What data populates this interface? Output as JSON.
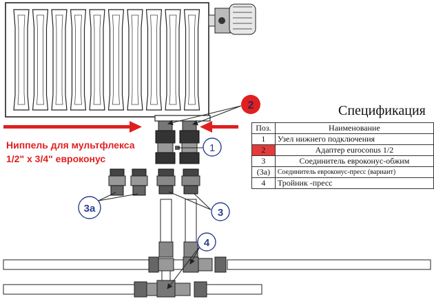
{
  "note": {
    "line1": "Ниппель для мультфлекса",
    "line2": "1/2\" x 3/4\" евроконус"
  },
  "callouts": {
    "c1": "1",
    "c2": "2",
    "c3": "3",
    "c3a": "3a",
    "c4": "4"
  },
  "spec": {
    "title": "Спецификация",
    "headers": {
      "pos": "Поз.",
      "name": "Наименование"
    },
    "rows": [
      {
        "pos": "1",
        "name": "Узел нижнего подключения",
        "highlight": false
      },
      {
        "pos": "2",
        "name": "Адаптер euroconus 1/2",
        "highlight": true
      },
      {
        "pos": "3",
        "name": "Соединитель евроконус-обжим",
        "highlight": false
      },
      {
        "pos": "(3a)",
        "name": "Соединитель евроконус-пресс (вариант)",
        "highlight": false
      },
      {
        "pos": "4",
        "name": "Тройник -пресс",
        "highlight": false
      }
    ]
  },
  "colors": {
    "accent_red": "#e02020",
    "callout_blue": "#2a3f8f",
    "line": "#333333"
  }
}
